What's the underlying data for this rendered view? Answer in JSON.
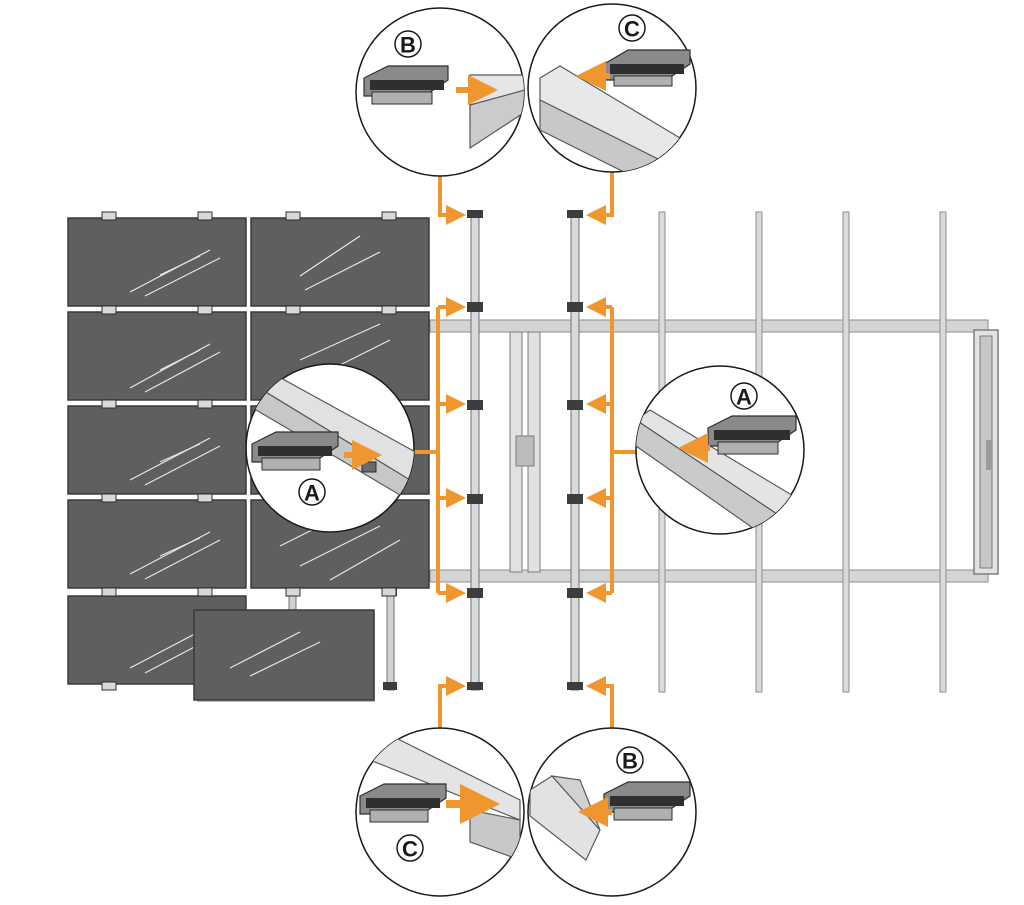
{
  "colors": {
    "arrow": "#f0962e",
    "panel": "#5e5f61",
    "panel_border": "#3a3a3a",
    "rail": "#d2d4d6",
    "rail_edge": "#8c8e90",
    "clamp_dark": "#2f2f2f",
    "clamp_mid": "#8a8a8a",
    "background": "#ffffff"
  },
  "callouts": {
    "top_left": {
      "label": "B"
    },
    "top_right": {
      "label": "C"
    },
    "mid_left": {
      "label": "A"
    },
    "mid_right": {
      "label": "A"
    },
    "bottom_left": {
      "label": "C"
    },
    "bottom_right": {
      "label": "B"
    }
  },
  "icons": [
    "solar-panel-icon",
    "rail-clamp-icon",
    "mounting-rail-icon",
    "orange-arrow-icon"
  ]
}
